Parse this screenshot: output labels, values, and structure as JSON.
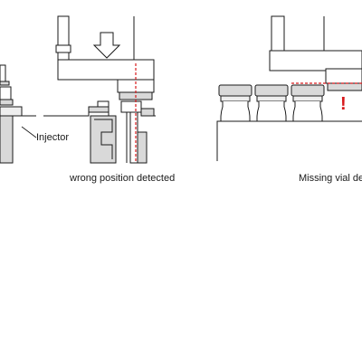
{
  "labels": {
    "injector": "Injector",
    "wrong_position": "wrong position detected",
    "missing_vial": "Missing vial det",
    "warning_mark": "!"
  },
  "colors": {
    "line": "#1a1a1a",
    "fill_grey": "#d9d9d9",
    "fill_light": "#eeeeee",
    "alert_red": "#d7191c"
  }
}
